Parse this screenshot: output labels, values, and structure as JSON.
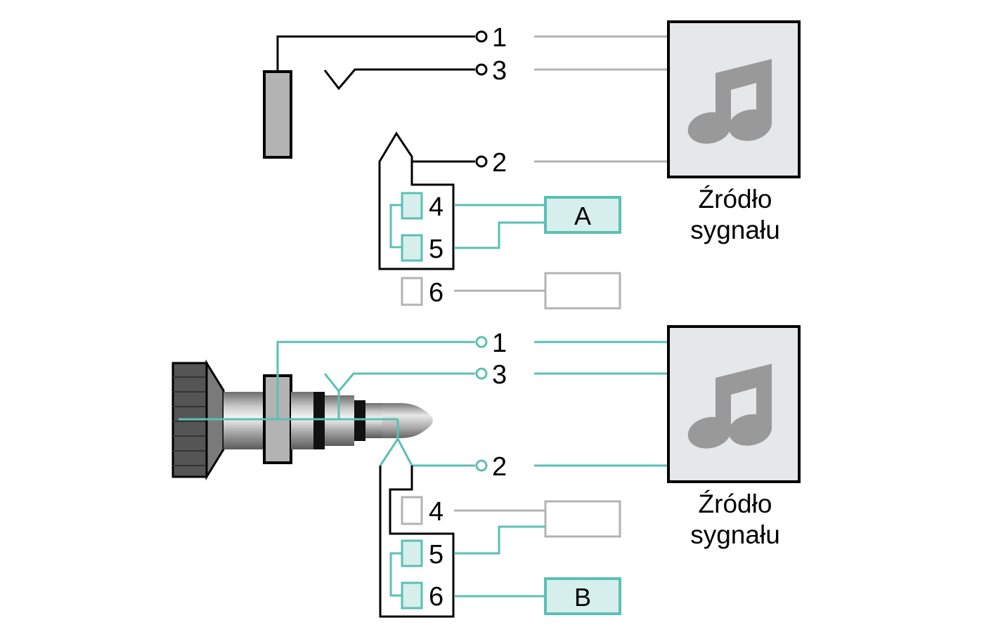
{
  "colors": {
    "black": "#000000",
    "teal": "#5bbfb5",
    "teal_fill": "#d6efec",
    "gray": "#b3b3b3",
    "source_fill": "#e6e7e8",
    "note_icon": "#999999"
  },
  "top_panel": {
    "pins": {
      "p1": "1",
      "p3": "3",
      "p2": "2",
      "p4": "4",
      "p5": "5",
      "p6": "6"
    },
    "box_a": "A",
    "source": {
      "line1": "Źródło",
      "line2": "sygnału",
      "icon": "music-note-icon"
    }
  },
  "bottom_panel": {
    "pins": {
      "p1": "1",
      "p3": "3",
      "p2": "2",
      "p4": "4",
      "p5": "5",
      "p6": "6"
    },
    "box_b": "B",
    "source": {
      "line1": "Źródło",
      "line2": "sygnału",
      "icon": "music-note-icon"
    },
    "plug_icon": "audio-jack-plug-icon"
  }
}
